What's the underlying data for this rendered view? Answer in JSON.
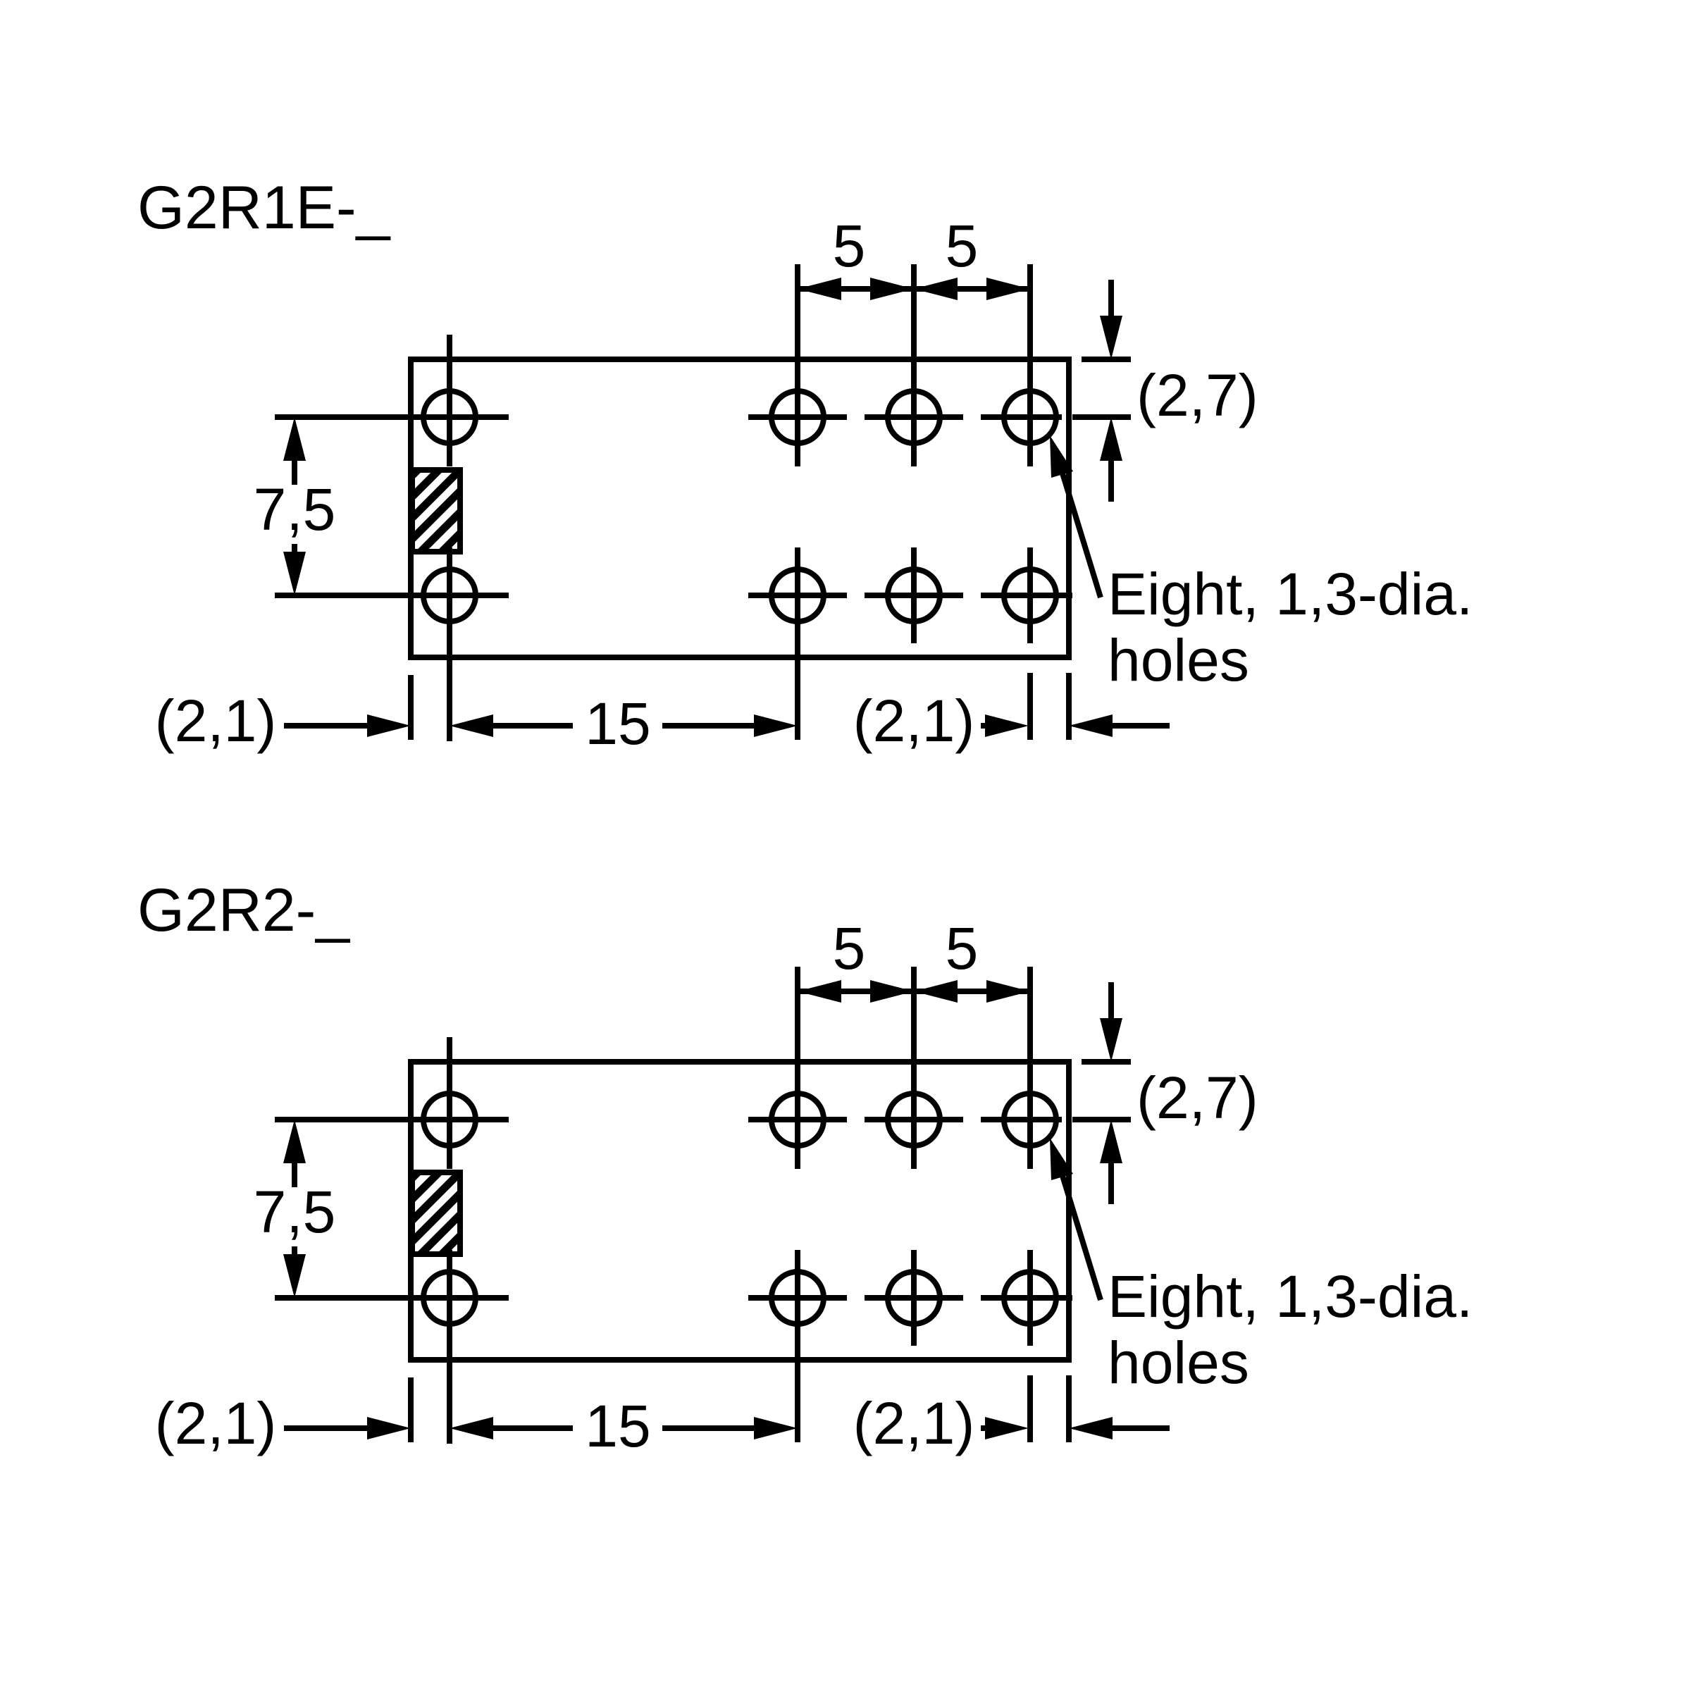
{
  "colors": {
    "background": "#ffffff",
    "ink": "#000000"
  },
  "diagrams": [
    {
      "title": "G2R1E-_",
      "dimensions": {
        "hole_pitch_left": "5",
        "hole_pitch_right": "5",
        "top_edge_offset": "(2,7)",
        "row_spacing": "7,5",
        "left_edge_offset": "(2,1)",
        "column_span": "15",
        "right_edge_offset": "(2,1)"
      },
      "callout": {
        "line1": "Eight, 1,3-dia.",
        "line2": "holes"
      }
    },
    {
      "title": "G2R2-_",
      "dimensions": {
        "hole_pitch_left": "5",
        "hole_pitch_right": "5",
        "top_edge_offset": "(2,7)",
        "row_spacing": "7,5",
        "left_edge_offset": "(2,1)",
        "column_span": "15",
        "right_edge_offset": "(2,1)"
      },
      "callout": {
        "line1": "Eight, 1,3-dia.",
        "line2": "holes"
      }
    }
  ]
}
